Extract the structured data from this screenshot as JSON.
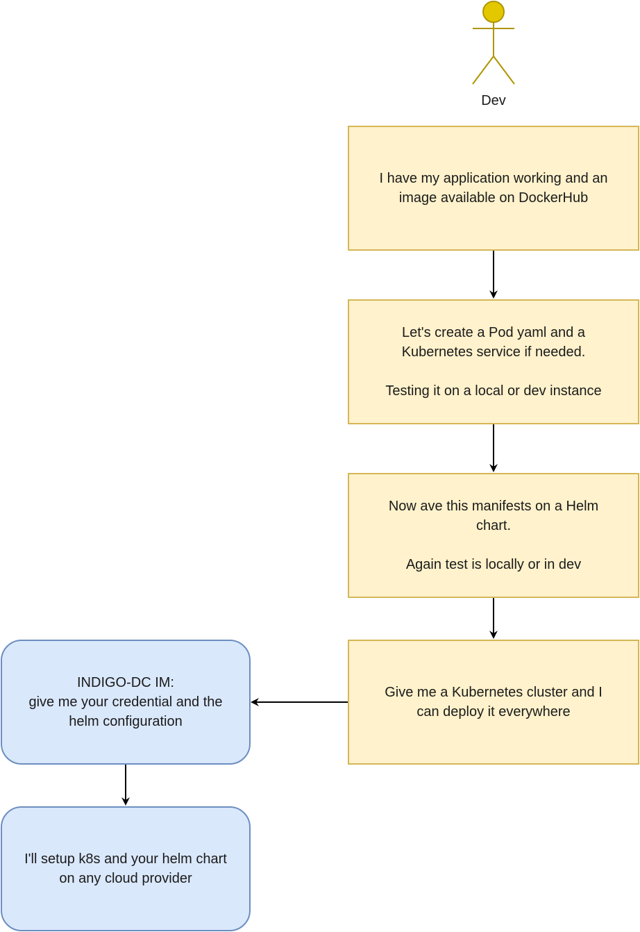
{
  "actor": {
    "label": "Dev",
    "fill": "#e3c800",
    "stroke": "#b09500"
  },
  "steps": [
    {
      "lines": [
        "I have my application working and an",
        "image available on DockerHub"
      ]
    },
    {
      "lines": [
        "Let's create a Pod yaml and a",
        "Kubernetes service if needed.",
        "",
        "Testing it on a local or dev instance"
      ]
    },
    {
      "lines": [
        "Now ave this manifests on a Helm",
        "chart.",
        "",
        "Again test is locally or in dev"
      ]
    },
    {
      "lines": [
        "Give me a Kubernetes cluster and I",
        "can deploy it everywhere"
      ]
    }
  ],
  "im_steps": [
    {
      "lines": [
        "INDIGO-DC IM:",
        "give me your credential and the",
        "helm configuration"
      ]
    },
    {
      "lines": [
        "I'll setup k8s and your helm chart",
        "on any cloud provider"
      ]
    }
  ],
  "colors": {
    "yellow_fill": "#fff2cc",
    "yellow_stroke": "#d6b656",
    "blue_fill": "#dae8fc",
    "blue_stroke": "#6c8ebf"
  }
}
